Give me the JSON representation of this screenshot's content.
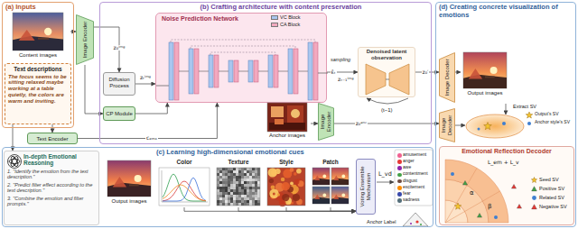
{
  "diagram": {
    "nodes": [
      {
        "text": [
          "(a) Inputs"
        ]
      },
      {
        "text": [
          "Content images"
        ],
        "in": 0
      },
      {
        "text": [
          "Text descriptions",
          "The focus seems to be sitting relaxed maybe working at a table quietly, the colors are warm and inviting."
        ],
        "in": 0
      },
      {
        "text": [
          "(b) Crafting architecture with content preservation"
        ]
      },
      {
        "text": [
          "Image Encoder"
        ]
      },
      {
        "text": [
          "Diffusion Process"
        ],
        "in": 3
      },
      {
        "text": [
          "Noise Prediction Network"
        ],
        "in": 3
      },
      {
        "text": [
          "CP Module"
        ],
        "in": 3
      },
      {
        "text": [
          "Text Encoder"
        ]
      },
      {
        "text": [
          "Denoised latent observation"
        ],
        "in": 3
      },
      {
        "text": [
          "Anchor images"
        ],
        "in": 3
      },
      {
        "text": [
          "Image Encoder"
        ],
        "in": 3
      },
      {
        "text": [
          "(c) Learning high-dimensional emotional cues"
        ]
      },
      {
        "text": [
          "In-depth Emotional Reasoning",
          "1. \"Identify the emotion from the text description.\"",
          "2. \"Predict filter effect according to the text description.\"",
          "3. \"Combine the emotion and filter prompts.\""
        ],
        "in": 12
      },
      {
        "text": [
          "Output images"
        ],
        "in": 12
      },
      {
        "text": [
          "Color"
        ],
        "in": 12
      },
      {
        "text": [
          "Texture"
        ],
        "in": 12
      },
      {
        "text": [
          "Style"
        ],
        "in": 12
      },
      {
        "text": [
          "Patch"
        ],
        "in": 12
      },
      {
        "text": [
          "Voting Ensemble Mechanism"
        ],
        "in": 12
      },
      {
        "text": [
          "(d) Creating concrete visualization of emotions"
        ]
      },
      {
        "text": [
          "Image Decoder"
        ],
        "in": 20
      },
      {
        "text": [
          "Output images"
        ],
        "in": 20
      },
      {
        "text": [
          "Image Decoder"
        ],
        "in": 20
      },
      {
        "text": [
          "Emotional Reflection Decoder"
        ],
        "in": 20
      }
    ],
    "edges": [
      {
        "from": 1,
        "to": 4,
        "arrow": "to"
      },
      {
        "from": 4,
        "to": 5,
        "label": "z₀ⁱᵐᵍ",
        "arrow": "to"
      },
      {
        "from": 5,
        "to": 6,
        "label": "zₜⁱᵐᵍ",
        "arrow": "to"
      },
      {
        "from": 4,
        "to": 7,
        "arrow": "to"
      },
      {
        "from": 7,
        "to": 6,
        "arrow": "to"
      },
      {
        "from": 2,
        "to": 8,
        "arrow": "to"
      },
      {
        "from": 8,
        "to": 6,
        "label": "cₑₘₒ",
        "arrow": "to"
      },
      {
        "from": 6,
        "to": 9,
        "label": "ε̂ₜ",
        "arrow": "to"
      },
      {
        "from": 9,
        "to": 21,
        "label": "z₀′",
        "arrow": "to"
      },
      {
        "from": 21,
        "to": 22,
        "arrow": "to"
      },
      {
        "from": 10,
        "to": 11,
        "arrow": "to"
      },
      {
        "from": 11,
        "to": 23,
        "label": "z₀ᵃⁿᶜ",
        "arrow": "to"
      },
      {
        "from": 2,
        "to": 13,
        "arrow": "to"
      },
      {
        "from": 15,
        "to": 19,
        "arrow": "to"
      },
      {
        "from": 16,
        "to": 19,
        "arrow": "to"
      },
      {
        "from": 17,
        "to": 19,
        "arrow": "to"
      },
      {
        "from": 18,
        "to": 19,
        "arrow": "to"
      }
    ],
    "labels": [
      "sampling",
      "zₜ₋₁ⁱᵐᵍ",
      "(t−1)",
      "L_vd",
      "Anchor Label",
      "Extract SV",
      "Output's SV",
      "Anchor style's SV",
      "L_em + L_v",
      "α",
      "β"
    ],
    "legend": [
      {
        "text": "VC Block",
        "color": "#a9c6ef"
      },
      {
        "text": "CA Block",
        "color": "#f2a9bf"
      },
      {
        "text": "amusement",
        "color": "#f06292"
      },
      {
        "text": "anger",
        "color": "#e53935"
      },
      {
        "text": "awe",
        "color": "#8e24aa"
      },
      {
        "text": "contentment",
        "color": "#43a047"
      },
      {
        "text": "disgust",
        "color": "#6d4c41"
      },
      {
        "text": "excitement",
        "color": "#fb8c00"
      },
      {
        "text": "fear",
        "color": "#3949ab"
      },
      {
        "text": "sadness",
        "color": "#546e7a"
      },
      {
        "text": "Seed SV"
      },
      {
        "text": "Positive SV"
      },
      {
        "text": "Related SV"
      },
      {
        "text": "Negative SV"
      }
    ]
  }
}
